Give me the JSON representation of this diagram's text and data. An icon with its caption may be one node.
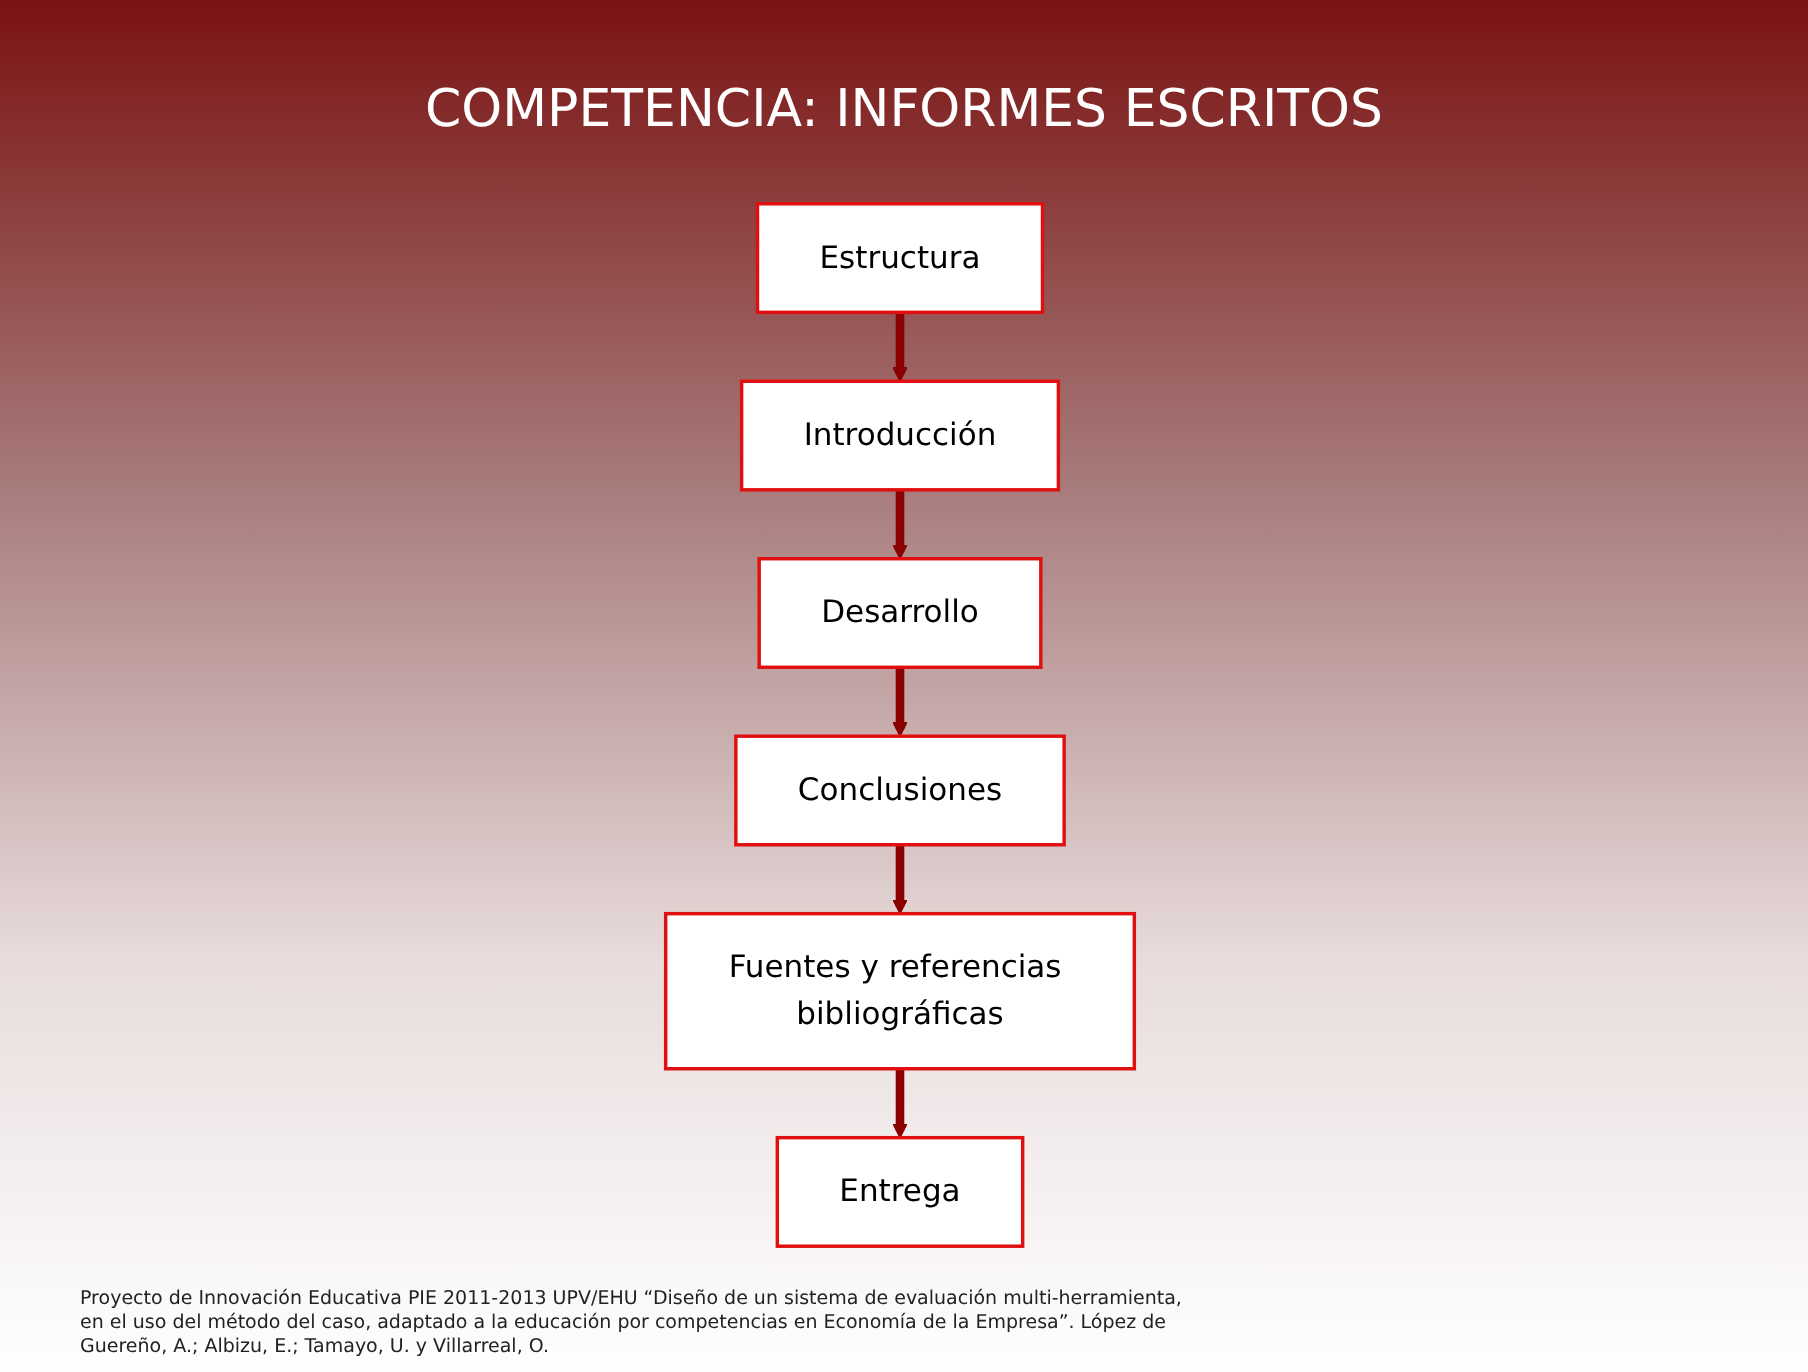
{
  "diagram": {
    "title": "COMPETENCIA: INFORMES ESCRITOS",
    "caption": "Proyecto de Innovación Educativa PIE 2011-2013 UPV/EHU “Diseño de un sistema de evaluación multi-herramienta, en el uso del método del caso, adaptado a la educación por competencias en Economía de la Empresa”. López de Guereño, A.; Albizu, E.; Tamayo, U. y Villarreal, O.",
    "nodes": [
      {
        "text": [
          "Estructura"
        ]
      },
      {
        "text": [
          "Introducción"
        ]
      },
      {
        "text": [
          "Desarrollo"
        ]
      },
      {
        "text": [
          "Conclusiones"
        ]
      },
      {
        "text": [
          "Fuentes y referencias bibliográficas"
        ]
      },
      {
        "text": [
          "Entrega"
        ]
      }
    ],
    "edges": [
      {
        "from": 0,
        "to": 1,
        "arrow": "to"
      },
      {
        "from": 1,
        "to": 2,
        "arrow": "to"
      },
      {
        "from": 2,
        "to": 3,
        "arrow": "to"
      },
      {
        "from": 3,
        "to": 4,
        "arrow": "to"
      },
      {
        "from": 4,
        "to": 5,
        "arrow": "to"
      }
    ]
  }
}
